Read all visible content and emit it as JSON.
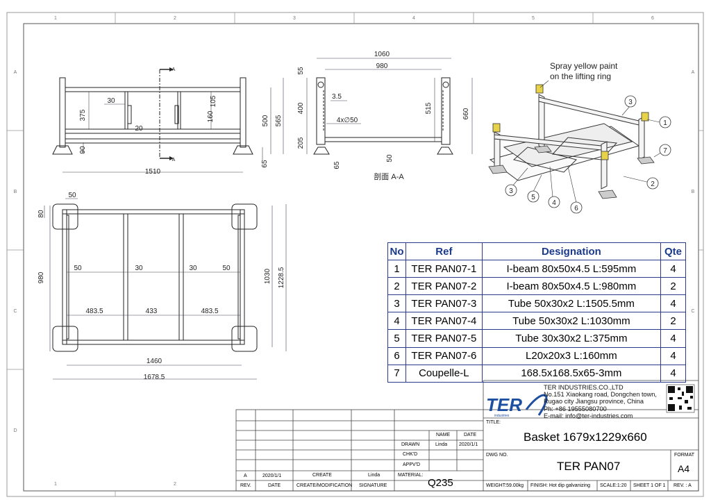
{
  "grid": {
    "top_numbers": [
      "1",
      "2",
      "3",
      "4",
      "5",
      "6"
    ],
    "bottom_numbers": [
      "1",
      "2"
    ],
    "side_letters": [
      "A",
      "B",
      "C",
      "D"
    ]
  },
  "views": {
    "front": {
      "dims": [
        "30",
        "375",
        "20",
        "105",
        "160",
        "500",
        "565",
        "90",
        "65",
        "1510"
      ],
      "section_mark": "A"
    },
    "section": {
      "dims": [
        "1060",
        "980",
        "55",
        "400",
        "3.5",
        "515",
        "660",
        "4x∅50",
        "205",
        "65",
        "50"
      ],
      "caption": "剖面 A-A"
    },
    "top": {
      "dims": [
        "50",
        "80",
        "50",
        "30",
        "30",
        "50",
        "980",
        "1030",
        "1228.5",
        "483.5",
        "433",
        "483.5",
        "1460",
        "1678.5"
      ]
    },
    "iso": {
      "note_line1": "Spray yellow paint",
      "note_line2": "on the lifting ring",
      "balloons": [
        "1",
        "2",
        "3",
        "3",
        "4",
        "5",
        "6",
        "7"
      ]
    }
  },
  "bom": {
    "headers": [
      "No",
      "Ref",
      "Designation",
      "Qte"
    ],
    "rows": [
      [
        "1",
        "TER PAN07-1",
        "I-beam 80x50x4.5 L:595mm",
        "4"
      ],
      [
        "2",
        "TER PAN07-2",
        "I-beam 80x50x4.5 L:980mm",
        "2"
      ],
      [
        "3",
        "TER PAN07-3",
        "Tube 50x30x2 L:1505.5mm",
        "4"
      ],
      [
        "4",
        "TER PAN07-4",
        "Tube 50x30x2 L:1030mm",
        "2"
      ],
      [
        "5",
        "TER PAN07-5",
        "Tube 30x30x2 L:375mm",
        "4"
      ],
      [
        "6",
        "TER PAN07-6",
        "L20x20x3 L:160mm",
        "4"
      ],
      [
        "7",
        "Coupelle-L",
        "168.5x168.5x65-3mm",
        "4"
      ]
    ]
  },
  "company": {
    "logo": "TER",
    "logo_sub": "industries",
    "name": "TER INDUSTRIES.CO.,LTD",
    "address1": "No.151 Xiaokang road, Dongchen town,",
    "address2": "Rugao city Jiangsu province, China",
    "phone": "Ph: +86 19555080700",
    "email": "E-mail: info@ter-industries.com"
  },
  "title_block": {
    "title_label": "TITLE:",
    "title": "Basket 1679x1229x660",
    "dwg_label": "DWG NO.",
    "dwg_no": "TER PAN07",
    "format_label": "FORMAT",
    "format": "A4",
    "name_label": "NAME",
    "date_label": "DATE",
    "drawn_label": "DRAWN",
    "drawn_name": "Linda",
    "drawn_date": "2020/1/1",
    "chkd_label": "CHK'D",
    "appvd_label": "APPV'D",
    "material_label": "MATERIAL:",
    "material": "Q235",
    "rev_row": [
      "A",
      "2020/1/1",
      "CREATE",
      "Linda"
    ],
    "rev_headers": [
      "REV.",
      "DATE",
      "CREATE/MODIFICATION",
      "SIGNATURE"
    ],
    "weight": "WEIGHT:59.00kg",
    "finish": "FINISH: Hot dip galvanizing",
    "scale": "SCALE:1:20",
    "sheet": "SHEET 1 OF 1",
    "rev": "REV. : A"
  }
}
